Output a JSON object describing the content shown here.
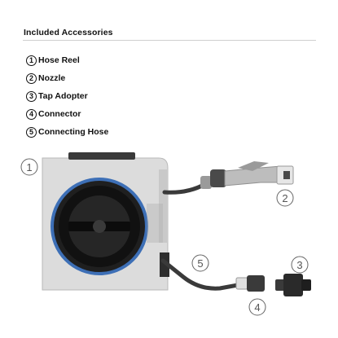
{
  "header": {
    "title": "Included Accessories"
  },
  "items": [
    {
      "number": "1",
      "label": "Hose Reel"
    },
    {
      "number": "2",
      "label": "Nozzle"
    },
    {
      "number": "3",
      "label": "Tap Adopter"
    },
    {
      "number": "4",
      "label": "Connector"
    },
    {
      "number": "5",
      "label": "Connecting Hose"
    }
  ],
  "callouts": {
    "reel": "1",
    "nozzle": "2",
    "tap_adapter": "3",
    "connector": "4",
    "connecting_hose": "5"
  }
}
